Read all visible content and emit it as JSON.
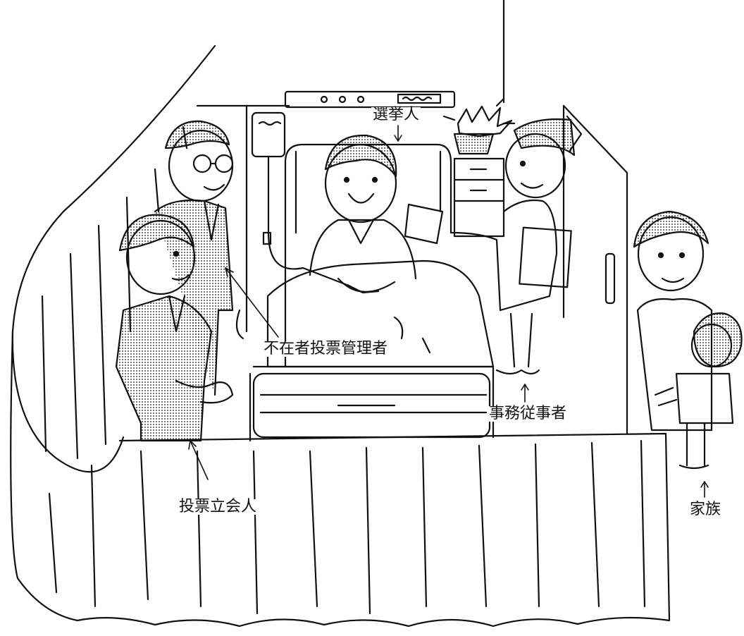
{
  "labels": {
    "voter": "選挙人",
    "absentee_manager": "不在者投票管理者",
    "clerk": "事務従事者",
    "witness": "投票立会人",
    "family": "家族"
  },
  "colors": {
    "ink": "#111111",
    "paper": "#ffffff",
    "screentone": "#9a9a9a"
  }
}
